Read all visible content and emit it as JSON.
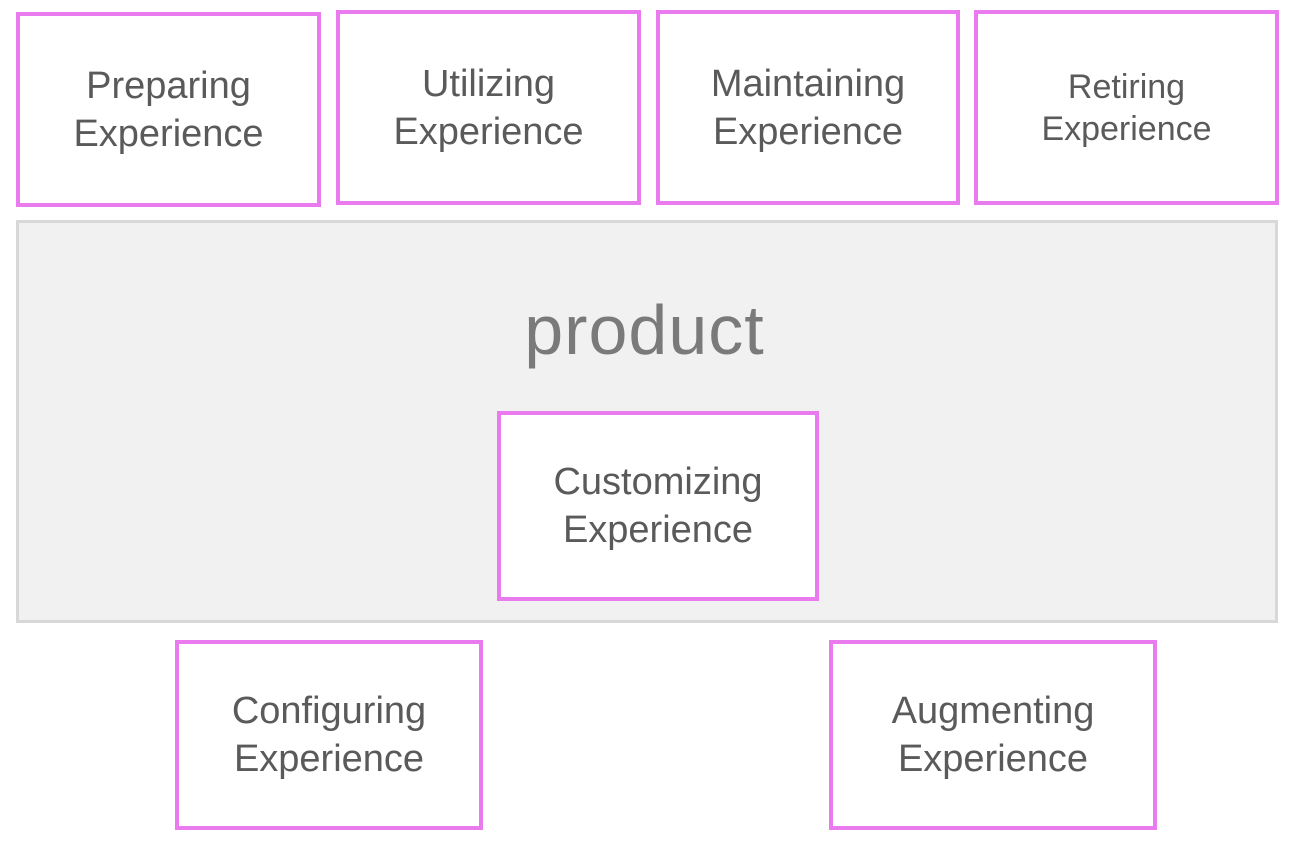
{
  "colors": {
    "box_border": "#e97bef",
    "product_bg": "#f1f1f1",
    "text": "#5a5a5a"
  },
  "product": {
    "label": "product"
  },
  "boxes": {
    "preparing": {
      "line1": "Preparing",
      "line2": "Experience"
    },
    "utilizing": {
      "line1": "Utilizing",
      "line2": "Experience"
    },
    "maintaining": {
      "line1": "Maintaining",
      "line2": "Experience"
    },
    "retiring": {
      "line1": "Retiring",
      "line2": "Experience"
    },
    "customizing": {
      "line1": "Customizing",
      "line2": "Experience"
    },
    "configuring": {
      "line1": "Configuring",
      "line2": "Experience"
    },
    "augmenting": {
      "line1": "Augmenting",
      "line2": "Experience"
    }
  }
}
